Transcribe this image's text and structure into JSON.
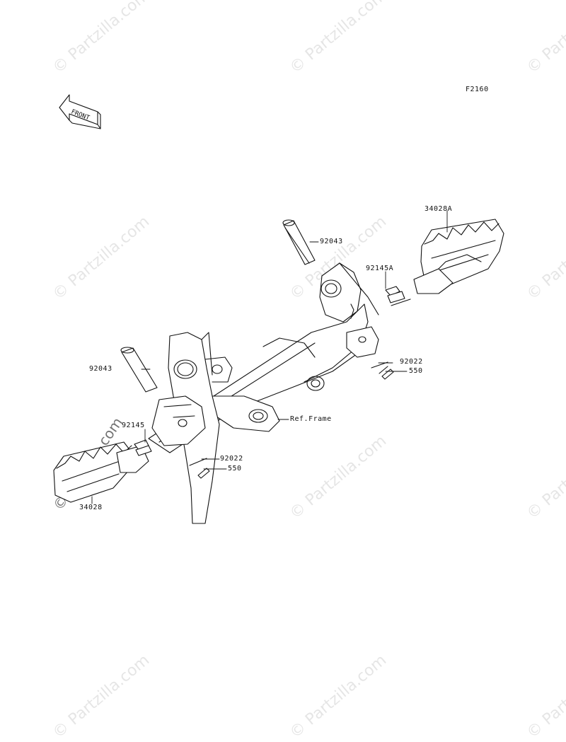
{
  "diagram": {
    "figure_code": "F2160",
    "front_arrow": "FRONT",
    "labels": {
      "pin_right": "92043",
      "pin_left": "92043",
      "footpeg_right": "34028A",
      "footpeg_left": "34028",
      "spring_right": "92145A",
      "spring_left": "92145",
      "washer_right": "92022",
      "cotter_right": "550",
      "washer_left": "92022",
      "cotter_left": "550",
      "frame": "Ref.Frame"
    }
  },
  "watermark": {
    "text": "© Partzilla.com"
  },
  "colors": {
    "line": "#111111",
    "watermark": "#d8d8d8"
  }
}
